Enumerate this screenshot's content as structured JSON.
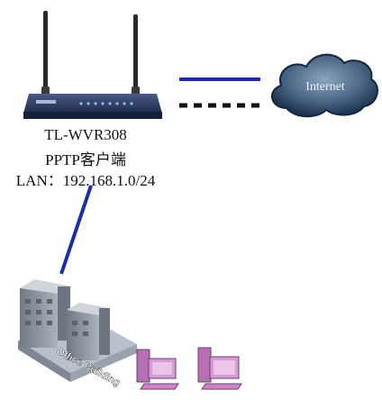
{
  "router": {
    "model": "TL-WVR308",
    "role": "PPTP客户端",
    "lan": "LAN：192.168.1.0/24"
  },
  "cloud": {
    "label": "Internet"
  },
  "building": {
    "label": "Office Building"
  },
  "colors": {
    "link_solid": "#1b2ea8",
    "link_dotted": "#111111",
    "lan_link": "#1b2ea8",
    "cloud_dark": "#1d3552",
    "cloud_light": "#7c9ab6",
    "router_body": "#2d3b60",
    "building": "#8d96a3",
    "pc": "#c985c8"
  }
}
